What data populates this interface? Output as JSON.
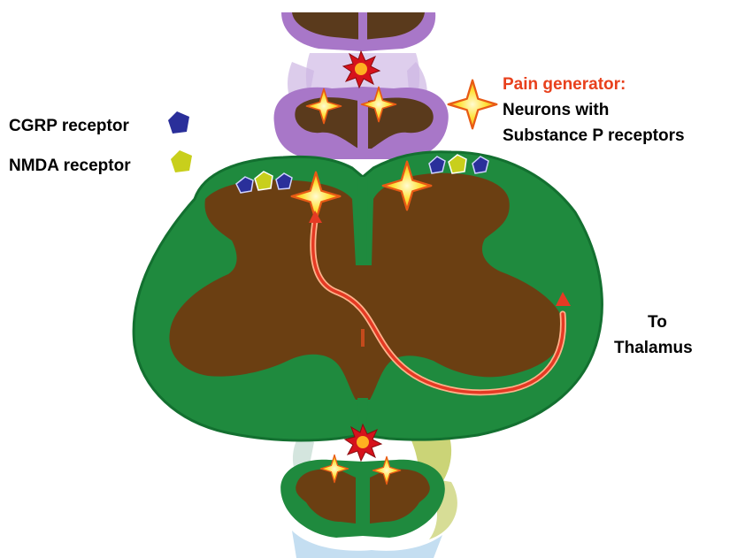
{
  "legend": {
    "cgrp_label": "CGRP receptor",
    "nmda_label": "NMDA receptor"
  },
  "callout": {
    "title": "Pain generator:",
    "line1": "Neurons with",
    "line2": "Substance P receptors"
  },
  "destination": {
    "line1": "To",
    "line2": "Thalamus"
  },
  "colors": {
    "white_matter": "#1f8a3e",
    "gray_matter": "#6b3f12",
    "upper_segment": "#a877c8",
    "upper_gray": "#5a3a1c",
    "cgrp_receptor": "#2a2f9a",
    "nmda_receptor": "#c8cf1c",
    "pathway_arrow": "#e53a24",
    "callout_title": "#e8401c",
    "star_fill": "#ffe23a",
    "star_stroke": "#e85a14",
    "burst": "#d6121c"
  }
}
